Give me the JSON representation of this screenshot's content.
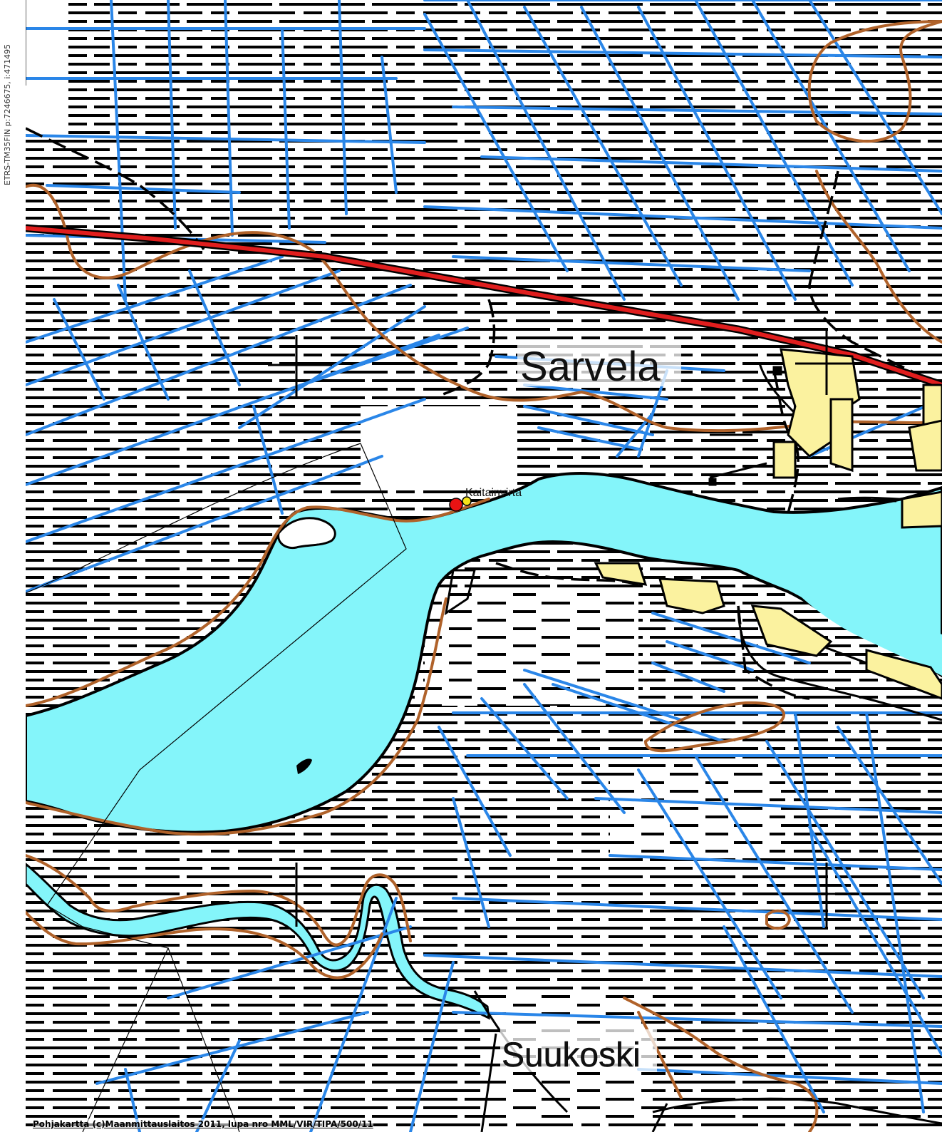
{
  "map": {
    "coordinates_label": "ETRS-TM35FIN p:7246675, i:471495",
    "copyright": "Pohjakartta (c)Maanmittauslaitos 2011, lupa nro MML/VIR/TIPA/500/11",
    "places": {
      "sarvela": "Sarvela",
      "kaitainvirta": "Kaitainvirta",
      "suukoski": "Suukoski"
    },
    "colors": {
      "water": "#84f5fa",
      "ditch": "#2a86e8",
      "contour": "#b0622a",
      "road": "#e01e1e",
      "building": "#fbf29f",
      "marsh": "#000000",
      "marker_red": "#e81313",
      "marker_yellow": "#f4e21a"
    }
  }
}
